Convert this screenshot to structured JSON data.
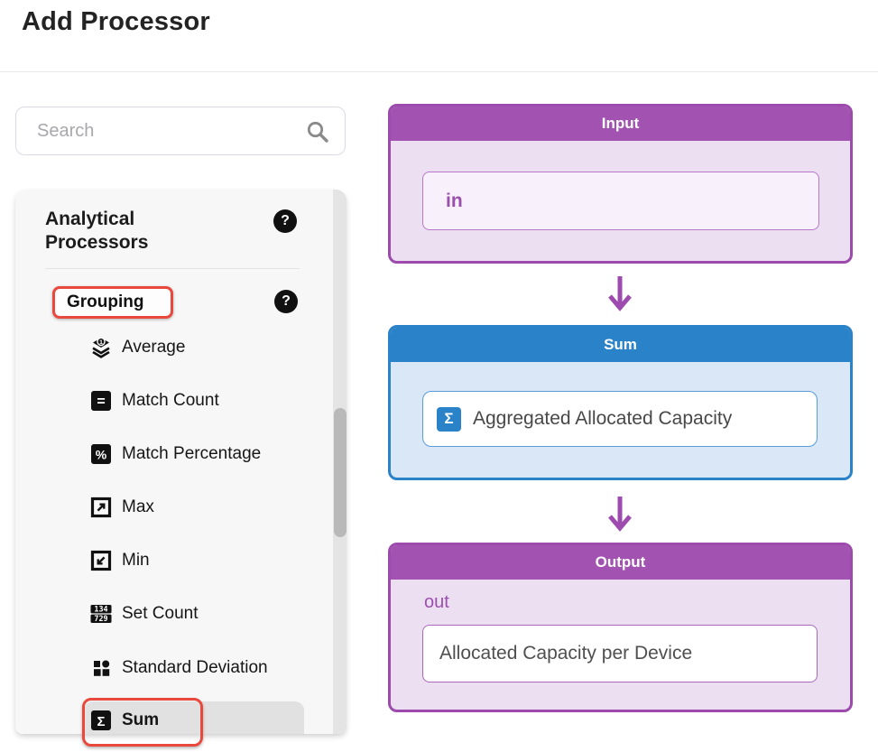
{
  "title": "Add Processor",
  "search": {
    "placeholder": "Search"
  },
  "sidebar": {
    "section": "Analytical Processors",
    "group": "Grouping",
    "items": [
      {
        "label": "Average"
      },
      {
        "label": "Match Count"
      },
      {
        "label": "Match Percentage"
      },
      {
        "label": "Max"
      },
      {
        "label": "Min"
      },
      {
        "label": "Set Count"
      },
      {
        "label": "Standard Deviation"
      },
      {
        "label": "Sum"
      }
    ]
  },
  "flow": {
    "input": {
      "title": "Input",
      "value": "in"
    },
    "sum": {
      "title": "Sum",
      "value": "Aggregated Allocated Capacity"
    },
    "output": {
      "title": "Output",
      "label": "out",
      "value": "Allocated Capacity per Device"
    }
  },
  "glyphs": {
    "help": "?",
    "sigma": "Σ",
    "equals": "=",
    "percent": "%",
    "average_badge": "1",
    "set_count_top": "134",
    "set_count_bottom": "729"
  },
  "colors": {
    "purple_header": "#a253b2",
    "purple_border": "#9c4bad",
    "purple_body": "#ecdff2",
    "purple_text": "#9b4fad",
    "blue_header": "#2a82c9",
    "blue_body": "#d9e7f6",
    "annotation_red": "#e8493c",
    "selected_row": "#e1e1e1"
  }
}
